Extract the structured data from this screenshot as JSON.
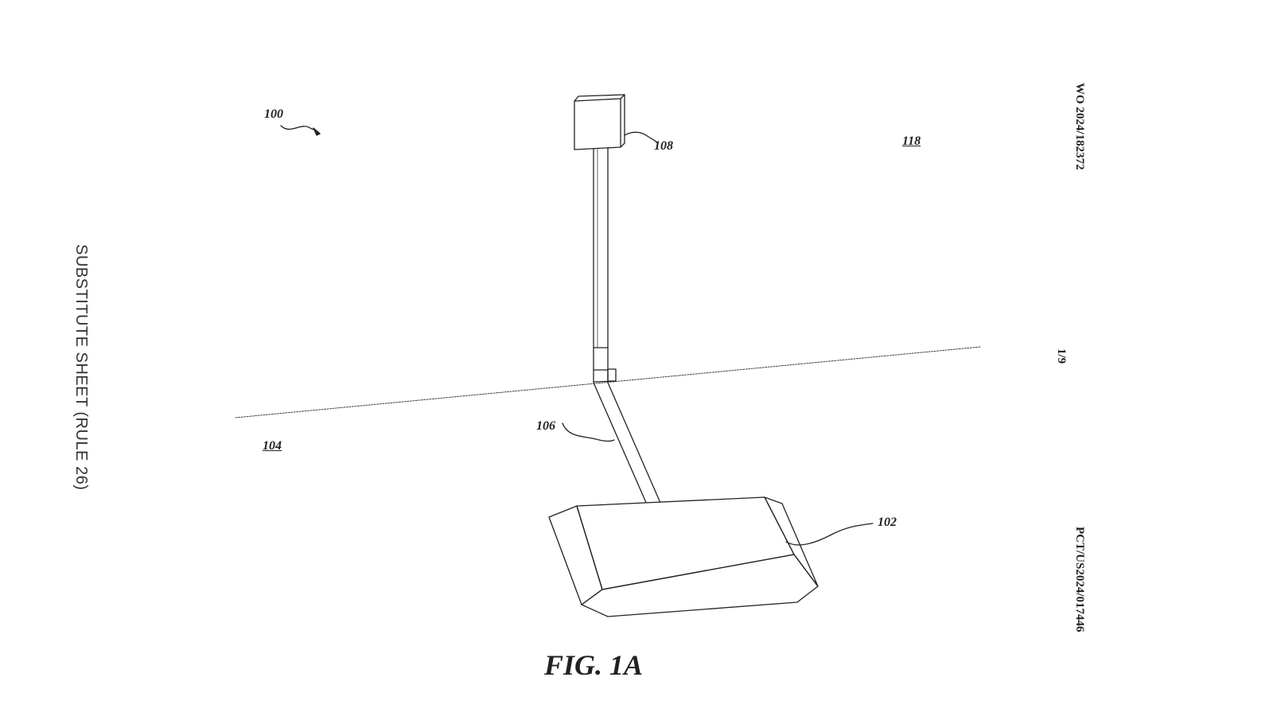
{
  "margins": {
    "left_vertical": "SUBSTITUTE SHEET (RULE 26)",
    "right_top_vertical": "WO 2024/182372",
    "right_middle_vertical": "1/9",
    "right_bottom_vertical": "PCT/US2024/017446"
  },
  "figure": {
    "title": "FIG. 1A",
    "reference_numerals": {
      "system": "100",
      "device": "102",
      "ground": "104",
      "tether": "106",
      "anchor": "108",
      "region": "118"
    }
  },
  "colors": {
    "ink": "#222222",
    "background": "#ffffff"
  }
}
